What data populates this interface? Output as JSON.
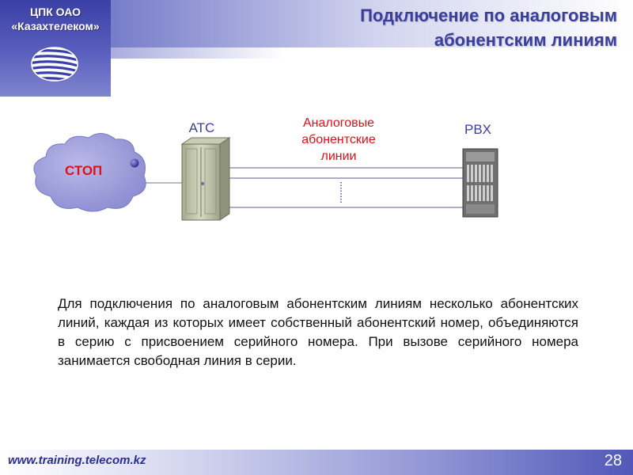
{
  "header": {
    "org_line1": "ЦПК ОАО",
    "org_line2": "«Казахтелеком»",
    "title_line1": "Подключение по аналоговым",
    "title_line2": "абонентским линиям"
  },
  "diagram": {
    "cloud_label": "СТОП",
    "atc_label": "АТС",
    "lines_label": [
      "Аналоговые",
      "абонентские",
      "линии"
    ],
    "pbx_label": "PBX"
  },
  "description": "Для подключения по аналоговым абонентским линиям несколько абонентских линий, каждая из которых имеет собственный абонентский номер, объединяются в серию с присвоением серийного номера. При вызове серийного номера занимается свободная линия в серии.",
  "footer": {
    "url": "www.training.telecom.kz",
    "page_number": "28"
  },
  "colors": {
    "brand_blue": "#3a3f9e",
    "label_red": "#e0101a",
    "cloud": "#9e9ed9"
  },
  "icons": [
    "kazakhtelecom-logo",
    "cloud-icon",
    "atc-cabinet-icon",
    "pbx-rack-icon"
  ]
}
